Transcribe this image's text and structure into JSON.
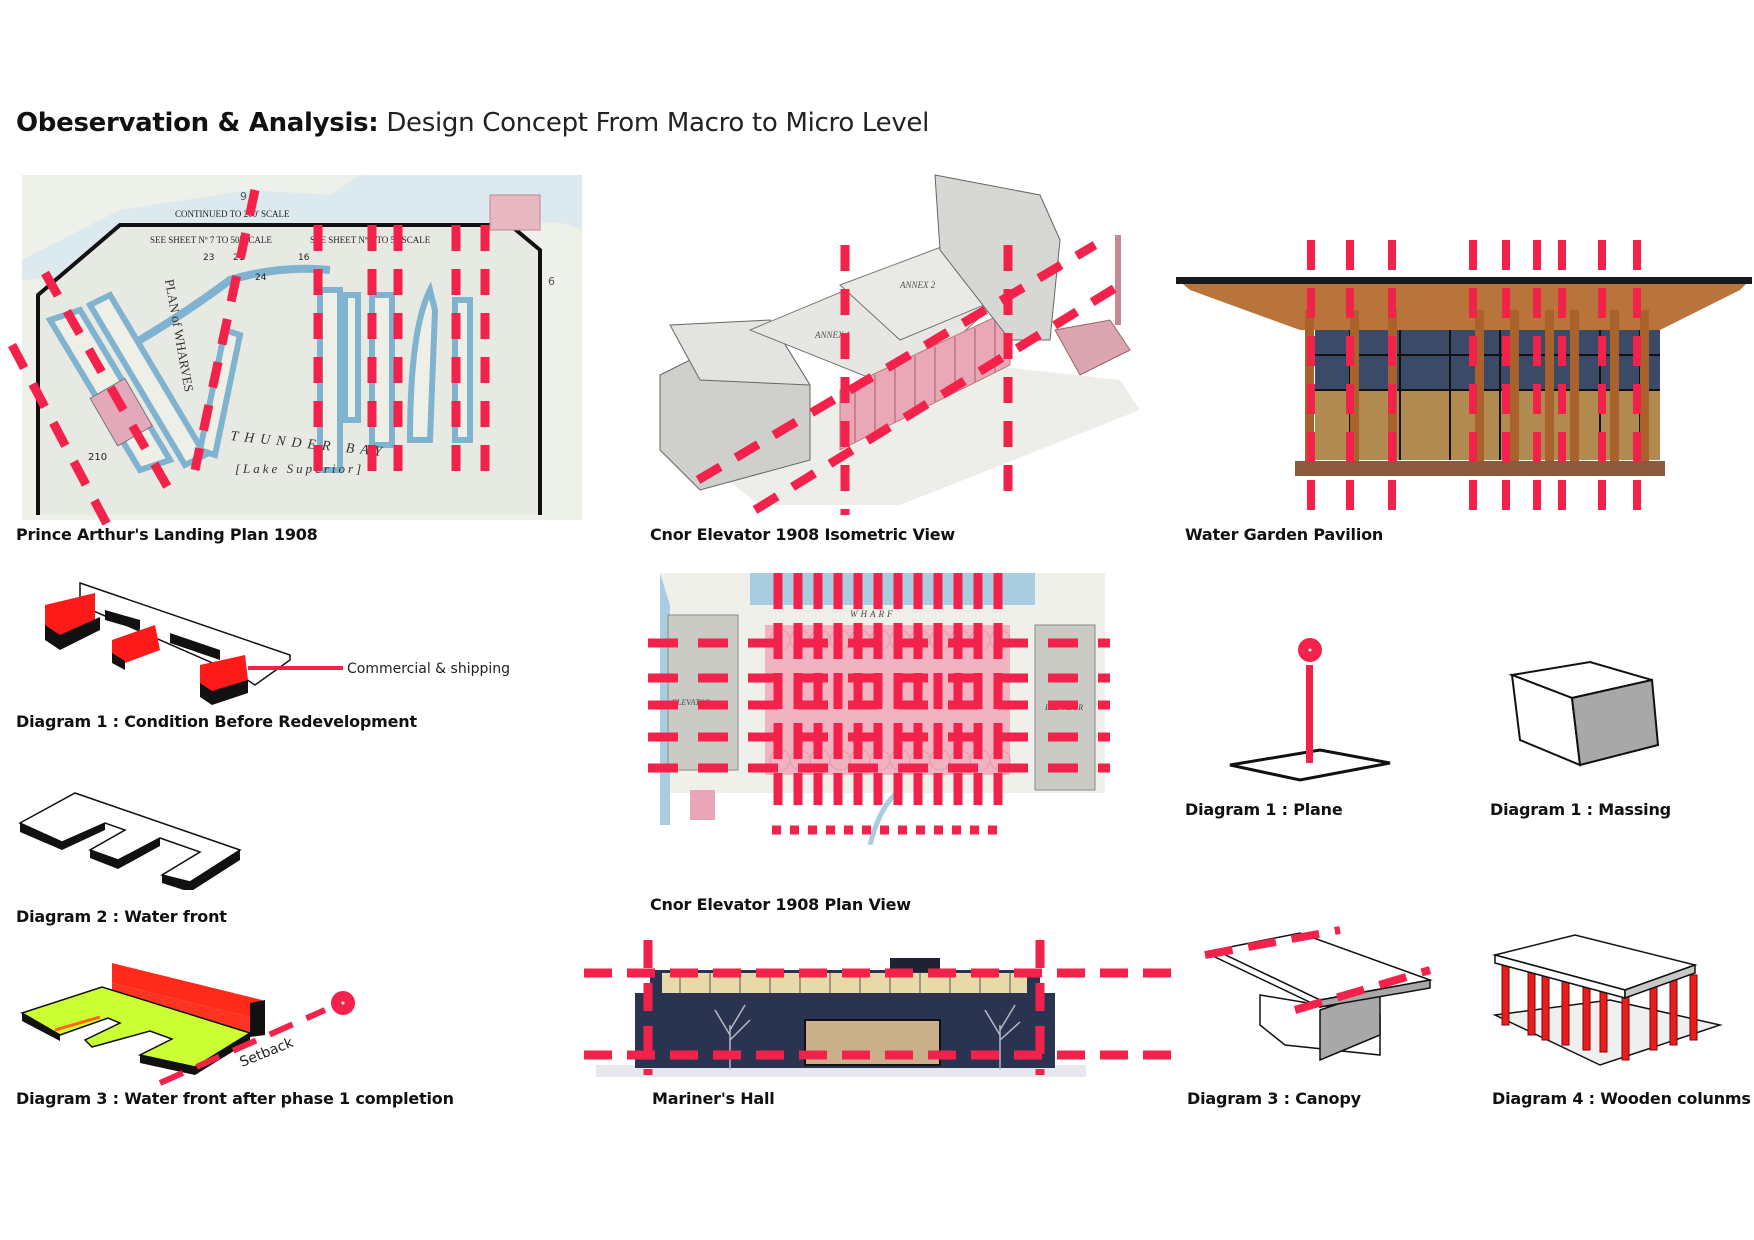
{
  "header": {
    "title_bold": "Obeservation & Analysis:",
    "title_rest": " Design Concept From Macro to Micro Level"
  },
  "colors": {
    "accent_red": "#F2224B",
    "massing_red": "#FF1A1A",
    "lime": "#CCFF33",
    "map_water": "#A9CDE0",
    "map_paper": "#E9ECE4",
    "silo_pink": "#E8A6B4",
    "wood": "#B8743A"
  },
  "panels": {
    "map": {
      "caption": "Prince Arthur's Landing Plan 1908",
      "labels": {
        "continued": "CONTINUED TO 200' SCALE",
        "see_sheet_7": "SEE SHEET Nº 7 TO 50' SCALE",
        "see_sheet_8": "SEE SHEET Nº 8 TO 50 SCALE",
        "plan_of_wharves": "PLAN of WHARVES",
        "thunder_bay": "THUNDER BAY",
        "lake_superior": "[Lake Superior]",
        "num_23": "23",
        "num_21": "21",
        "num_16": "16",
        "num_24": "24",
        "num_210": "210",
        "num_9": "9",
        "num_6": "6"
      }
    },
    "isometric": {
      "caption": "Cnor Elevator 1908 Isometric View",
      "labels": {
        "annex1": "ANNEX 1",
        "annex2": "ANNEX 2"
      }
    },
    "pavilion": {
      "caption": "Water Garden Pavilion"
    },
    "diagram1": {
      "caption": "Diagram 1 : Condition Before Redevelopment",
      "callout": "Commercial & shipping"
    },
    "plan": {
      "caption": "Cnor Elevator 1908 Plan View",
      "labels": {
        "wharf": "WHARF",
        "elevator_left": "ELEVATOR",
        "elevator_right": "ELEVATOR"
      }
    },
    "plane": {
      "caption": "Diagram 1 : Plane"
    },
    "massing": {
      "caption": "Diagram 1 : Massing"
    },
    "diagram2": {
      "caption": "Diagram 2 : Water front"
    },
    "diagram3": {
      "caption": "Diagram 3 : Water front after phase 1 completion",
      "setback_label": "Setback"
    },
    "mariners": {
      "caption": "Mariner's Hall"
    },
    "canopy": {
      "caption": "Diagram 3 : Canopy"
    },
    "columns": {
      "caption": "Diagram 4 : Wooden colunms"
    }
  }
}
